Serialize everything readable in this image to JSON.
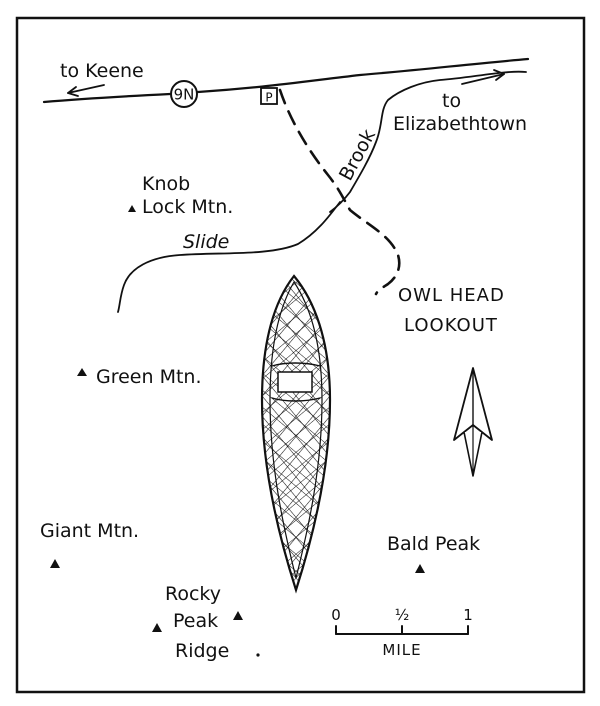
{
  "map": {
    "road_name": "9N",
    "parking": "P",
    "to_keene": "to Keene",
    "to_elizabethtown_1": "to",
    "to_elizabethtown_2": "Elizabethtown",
    "brook": "Brook",
    "slide": "Slide",
    "peaks": {
      "knob_lock_1": "Knob",
      "knob_lock_2": "Lock Mtn.",
      "green": "Green Mtn.",
      "giant": "Giant Mtn.",
      "bald": "Bald Peak",
      "rocky_1": "Rocky",
      "rocky_2": "Peak",
      "rocky_3": "Ridge"
    },
    "destination_1": "OWL HEAD",
    "destination_2": "LOOKOUT",
    "scale": {
      "label": "MILE",
      "tick_0": "0",
      "tick_half": "½",
      "tick_1": "1"
    }
  }
}
